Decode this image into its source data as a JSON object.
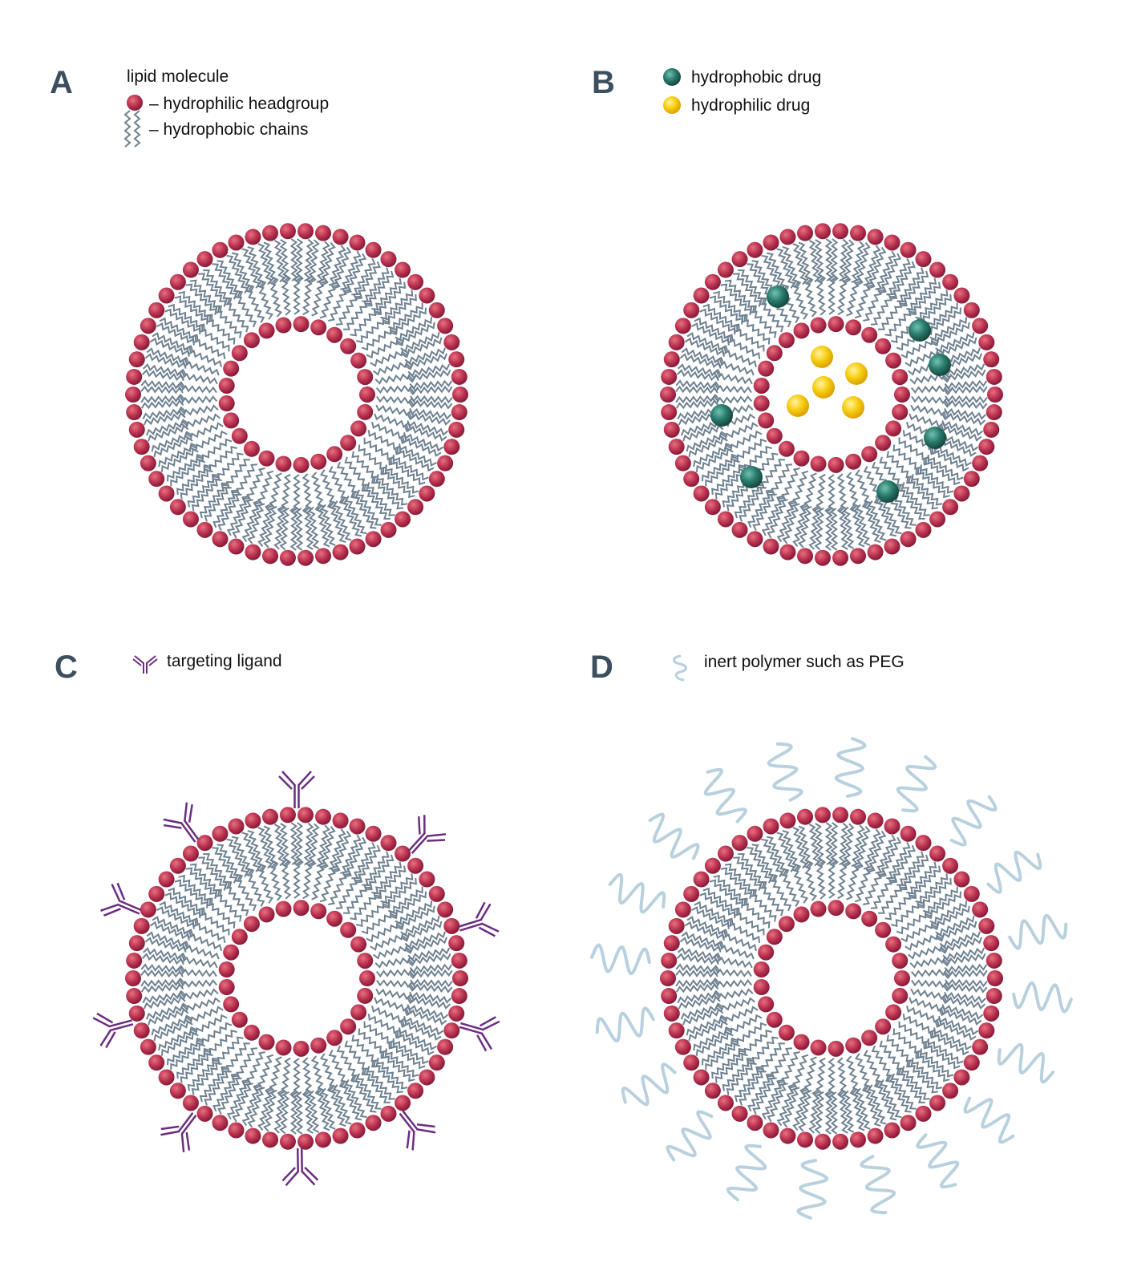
{
  "panels": {
    "A": {
      "label": "A",
      "legend_title": "lipid molecule",
      "head_text": "– hydrophilic headgroup",
      "chain_text": "– hydrophobic chains"
    },
    "B": {
      "label": "B",
      "hydrophobic_text": "hydrophobic drug",
      "hydrophilic_text": "hydrophilic drug"
    },
    "C": {
      "label": "C",
      "ligand_text": "targeting ligand"
    },
    "D": {
      "label": "D",
      "polymer_text": "inert polymer such as PEG"
    }
  },
  "colors": {
    "headgroup": "#a8294a",
    "chain": "#6f8190",
    "hydrophobic_drug": "#2a7a6c",
    "hydrophilic_drug": "#f5c400",
    "ligand": "#6a2d80",
    "polymer": "#b9d1de",
    "panel_label": "#3d4f5e"
  }
}
